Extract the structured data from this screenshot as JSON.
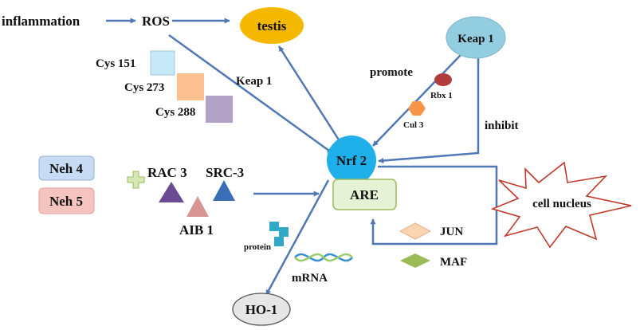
{
  "colors": {
    "arrow": "#4f78b5",
    "testis_fill": "#f5b800",
    "keap1_fill": "#93cde0",
    "nrf2_fill": "#1fb0ea",
    "are_fill": "#e6f2d6",
    "are_stroke": "#9bbb59",
    "neh4_fill": "#c7dcf4",
    "neh5_fill": "#f6c4c0",
    "ho1_fill": "#e6e6e6",
    "rbx1_fill": "#b23c3c",
    "cul3_fill": "#f79646",
    "rac3_fill": "#6b4a94",
    "src3_fill": "#3a6fb7",
    "aib1_fill": "#d99594",
    "cys151_fill": "#c7e8f7",
    "cys273_fill": "#fac090",
    "cys288_fill": "#b3a2c7",
    "jun_fill": "#fbd4b4",
    "maf_fill": "#9bbb59",
    "nucleus_stroke": "#c0392b",
    "protein_fill": "#31a9c6",
    "mrna_blue": "#3a8fd0",
    "mrna_green": "#9bcd6a",
    "plus_fill": "#d7e8b8",
    "plus_stroke": "#9bbb59"
  },
  "labels": {
    "inflammation": "inflammation",
    "ros": "ROS",
    "testis": "testis",
    "keap1_node": "Keap 1",
    "keap1_edge": "Keap 1",
    "promote": "promote",
    "inhibit": "inhibit",
    "rbx1": "Rbx 1",
    "cul3": "Cul 3",
    "cys151": "Cys 151",
    "cys273": "Cys 273",
    "cys288": "Cys 288",
    "neh4": "Neh 4",
    "neh5": "Neh 5",
    "rac3": "RAC 3",
    "src3": "SRC-3",
    "aib1": "AIB 1",
    "nrf2": "Nrf 2",
    "are": "ARE",
    "cell_nucleus": "cell nucleus",
    "jun": "JUN",
    "maf": "MAF",
    "protein": "protein",
    "mrna": "mRNA",
    "ho1": "HO-1"
  }
}
